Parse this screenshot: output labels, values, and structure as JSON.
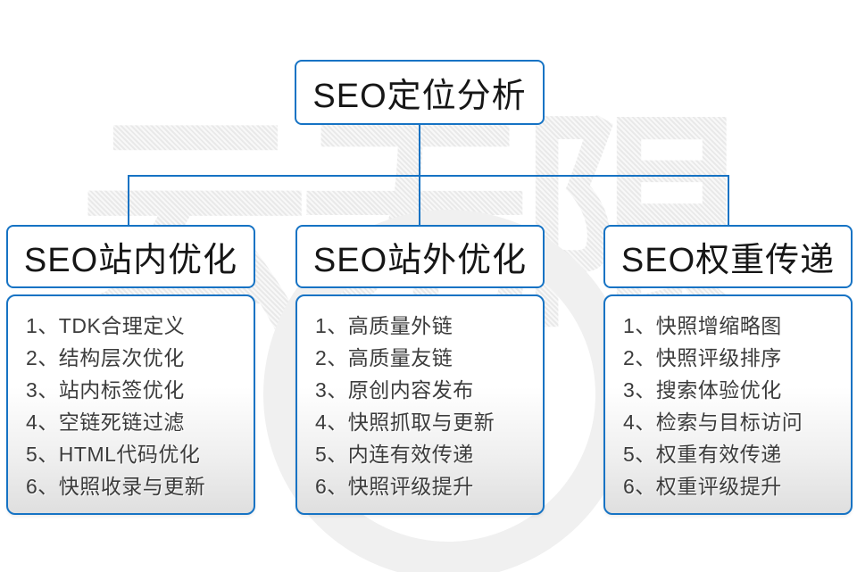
{
  "accent_color": "#1673c4",
  "watermark": {
    "text": "云无限"
  },
  "root": {
    "title": "SEO定位分析"
  },
  "columns": [
    {
      "title": "SEO站内优化",
      "items": [
        "1、TDK合理定义",
        "2、结构层次优化",
        "3、站内标签优化",
        "4、空链死链过滤",
        "5、HTML代码优化",
        "6、快照收录与更新"
      ]
    },
    {
      "title": "SEO站外优化",
      "items": [
        "1、高质量外链",
        "2、高质量友链",
        "3、原创内容发布",
        "4、快照抓取与更新",
        "5、内连有效传递",
        "6、快照评级提升"
      ]
    },
    {
      "title": "SEO权重传递",
      "items": [
        "1、快照增缩略图",
        "2、快照评级排序",
        "3、搜索体验优化",
        "4、检索与目标访问",
        "5、权重有效传递",
        "6、权重评级提升"
      ]
    }
  ]
}
